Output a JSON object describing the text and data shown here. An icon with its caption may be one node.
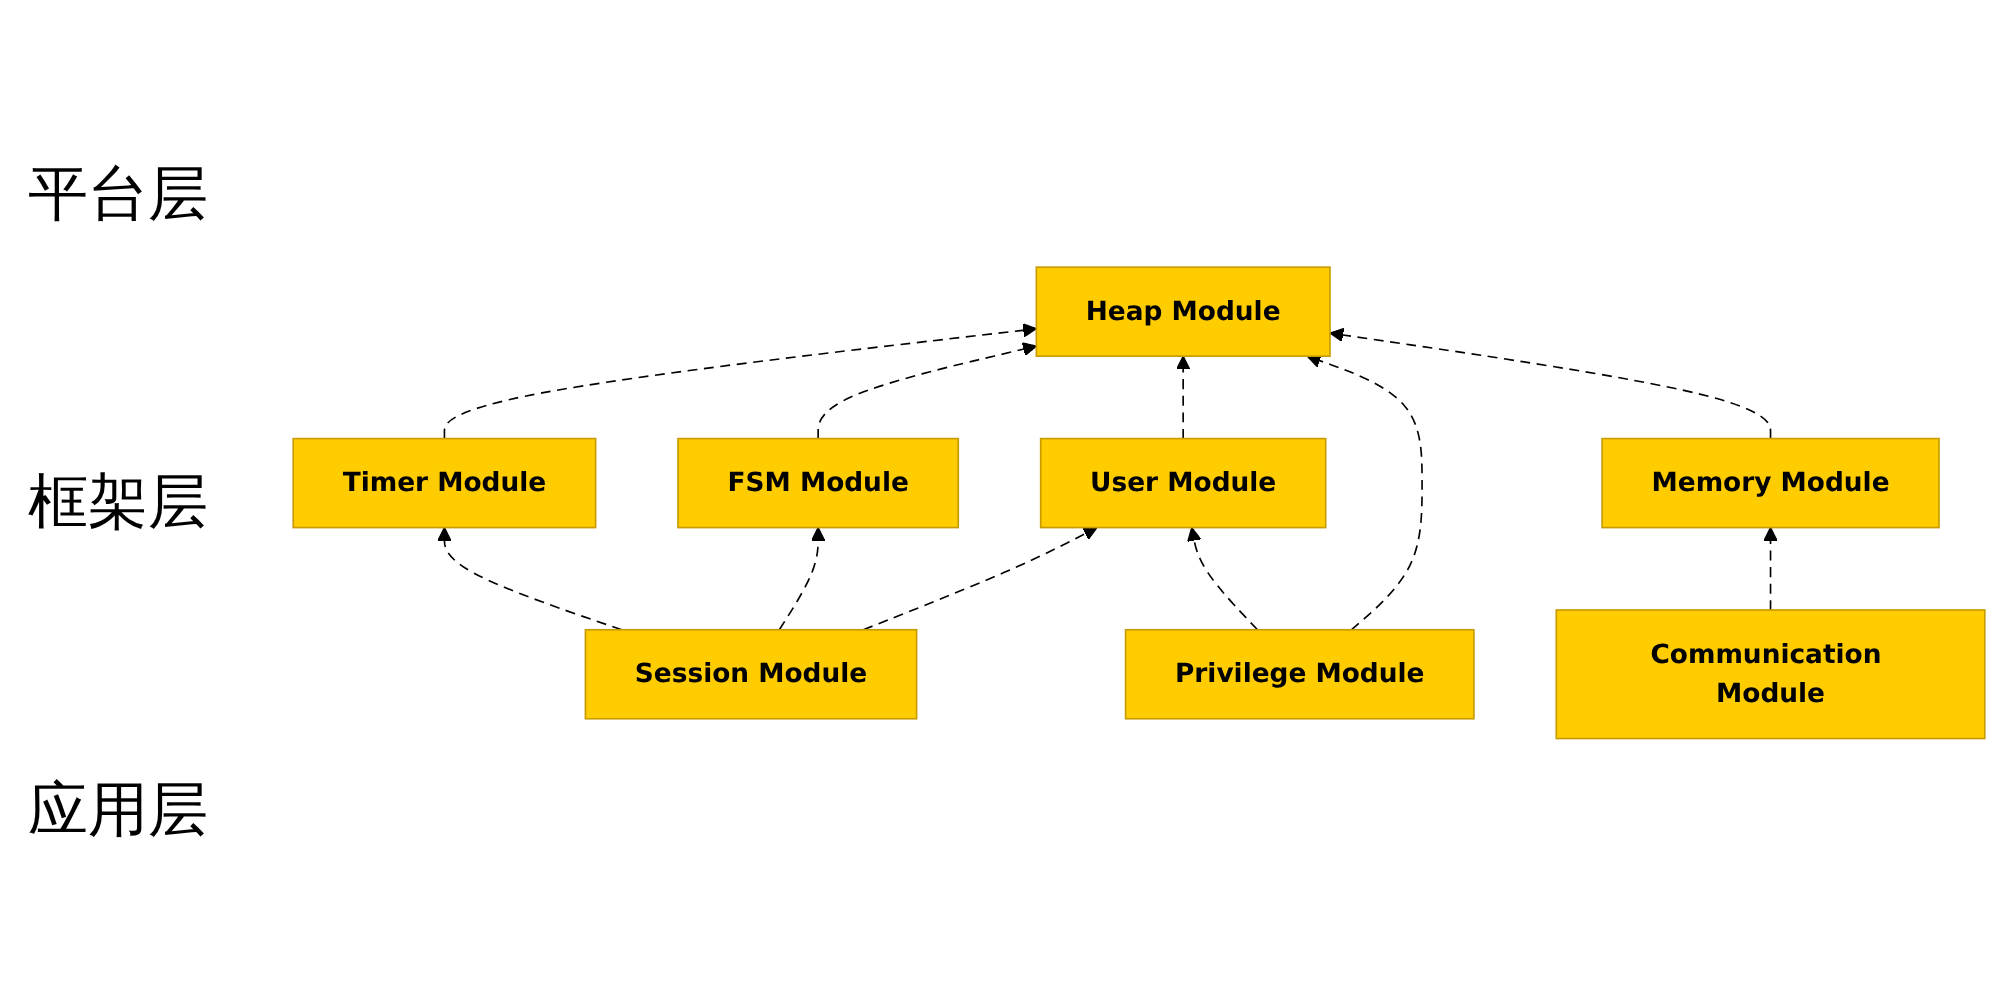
{
  "diagram": {
    "nodes": [
      {
        "text": [
          "Heap Module"
        ]
      },
      {
        "text": [
          "Timer Module"
        ]
      },
      {
        "text": [
          "Memory Module"
        ]
      },
      {
        "text": [
          "FSM Module"
        ]
      },
      {
        "text": [
          "Communication Module"
        ]
      },
      {
        "text": [
          "User Module"
        ]
      },
      {
        "text": [
          "Session Module"
        ]
      },
      {
        "text": [
          "Privilege Module"
        ]
      }
    ],
    "edges": [
      {
        "from": 1,
        "to": 0,
        "arrow": "to",
        "style": "dashed"
      },
      {
        "from": 3,
        "to": 0,
        "arrow": "to",
        "style": "dashed"
      },
      {
        "from": 5,
        "to": 0,
        "arrow": "to",
        "style": "dashed"
      },
      {
        "from": 7,
        "to": 0,
        "arrow": "to",
        "style": "dashed"
      },
      {
        "from": 2,
        "to": 0,
        "arrow": "to",
        "style": "dashed"
      },
      {
        "from": 4,
        "to": 2,
        "arrow": "to",
        "style": "dashed"
      },
      {
        "from": 6,
        "to": 1,
        "arrow": "to",
        "style": "dashed"
      },
      {
        "from": 6,
        "to": 3,
        "arrow": "to",
        "style": "dashed"
      },
      {
        "from": 6,
        "to": 5,
        "arrow": "to",
        "style": "dashed"
      },
      {
        "from": 7,
        "to": 5,
        "arrow": "to",
        "style": "dashed"
      }
    ],
    "labels": [
      "平台层",
      "框架层",
      "应用层"
    ]
  }
}
